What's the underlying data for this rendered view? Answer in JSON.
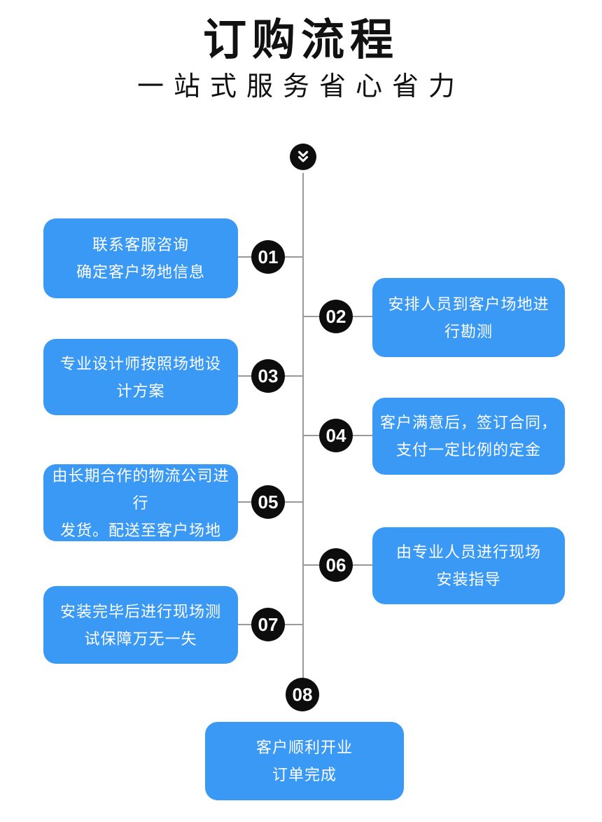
{
  "header": {
    "title": "订购流程",
    "subtitle": "一站式服务省心省力"
  },
  "timeline": {
    "start_icon": "double-chevron-down-icon",
    "line_color": "#999999"
  },
  "steps": [
    {
      "number": "01",
      "side": "left",
      "line1": "联系客服咨询",
      "line2": "确定客户场地信息"
    },
    {
      "number": "02",
      "side": "right",
      "line1": "安排人员到客户场地进",
      "line2": "行勘测"
    },
    {
      "number": "03",
      "side": "left",
      "line1": "专业设计师按照场地设",
      "line2": "计方案"
    },
    {
      "number": "04",
      "side": "right",
      "line1": "客户满意后，签订合同，",
      "line2": "支付一定比例的定金"
    },
    {
      "number": "05",
      "side": "left",
      "line1": "由长期合作的物流公司进行",
      "line2": "发货。配送至客户场地"
    },
    {
      "number": "06",
      "side": "right",
      "line1": "由专业人员进行现场",
      "line2": "安装指导"
    },
    {
      "number": "07",
      "side": "left",
      "line1": "安装完毕后进行现场测",
      "line2": "试保障万无一失"
    },
    {
      "number": "08",
      "side": "center",
      "line1": "客户顺利开业",
      "line2": "订单完成"
    }
  ],
  "colors": {
    "box_blue": "#3A99F5",
    "circle_black": "#0D0D0D",
    "line_gray": "#999999",
    "text_white": "#FFFFFF",
    "title_black": "#111111"
  }
}
